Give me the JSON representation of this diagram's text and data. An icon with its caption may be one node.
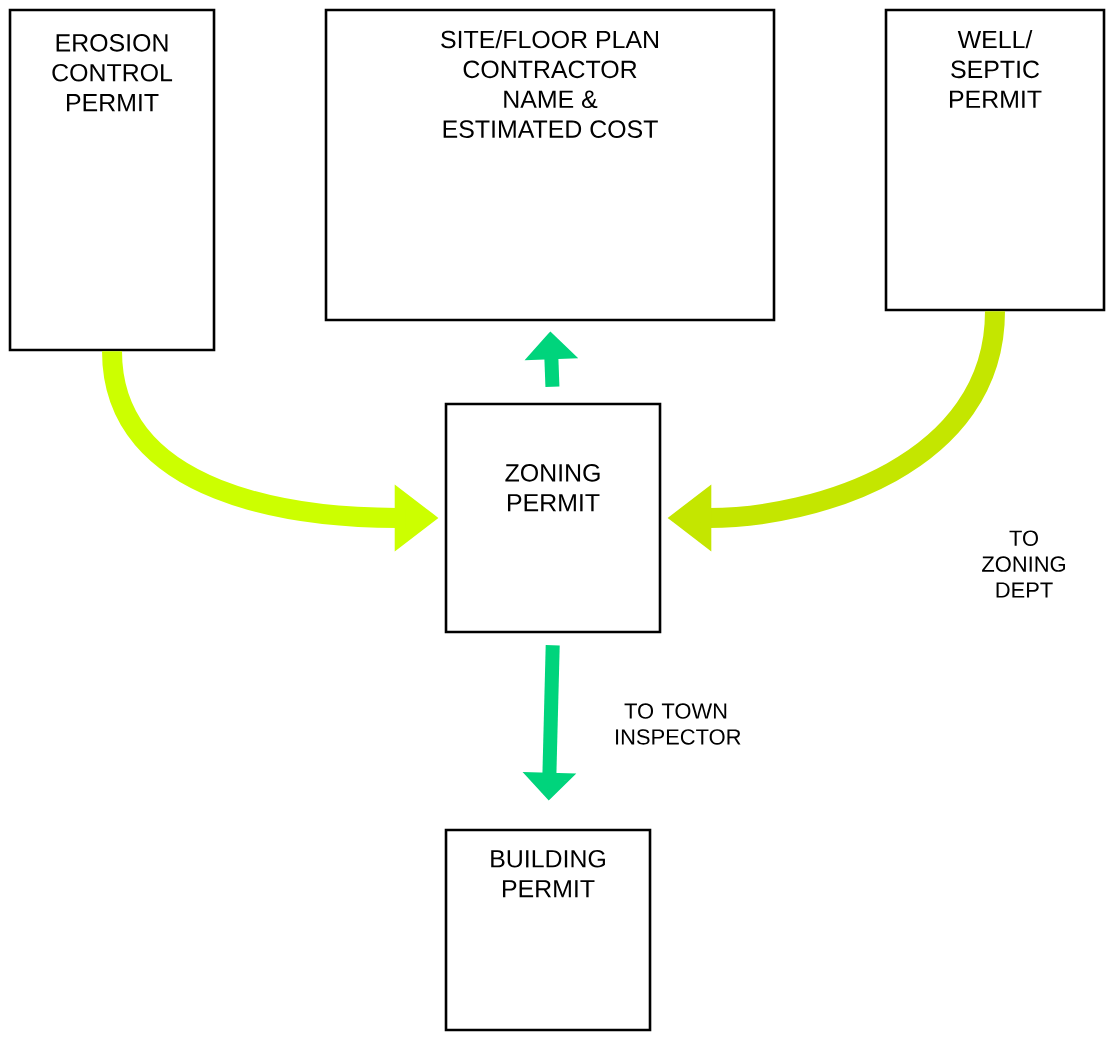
{
  "diagram": {
    "nodes": [
      {
        "text": [
          "EROSION CONTROL PERMIT"
        ]
      },
      {
        "text": [
          "SITE/FLOOR PLAN CONTRACTOR NAME & ESTIMATED COST"
        ]
      },
      {
        "text": [
          "WELL/ SEPTIC PERMIT"
        ]
      },
      {
        "text": [
          "ZONING PERMIT"
        ]
      },
      {
        "text": [
          "BUILDING PERMIT"
        ]
      }
    ],
    "edges": [
      {
        "from": 0,
        "to": 3,
        "arrow": "to",
        "color": "#ccff00"
      },
      {
        "from": 2,
        "to": 3,
        "arrow": "to",
        "color": "#c4e600",
        "label": "TO ZONING DEPT"
      },
      {
        "from": 3,
        "to": 1,
        "arrow": "to",
        "color": "#00d47c"
      },
      {
        "from": 3,
        "to": 4,
        "arrow": "to",
        "color": "#00d47c",
        "label": "TO TOWN INSPECTOR"
      }
    ]
  }
}
